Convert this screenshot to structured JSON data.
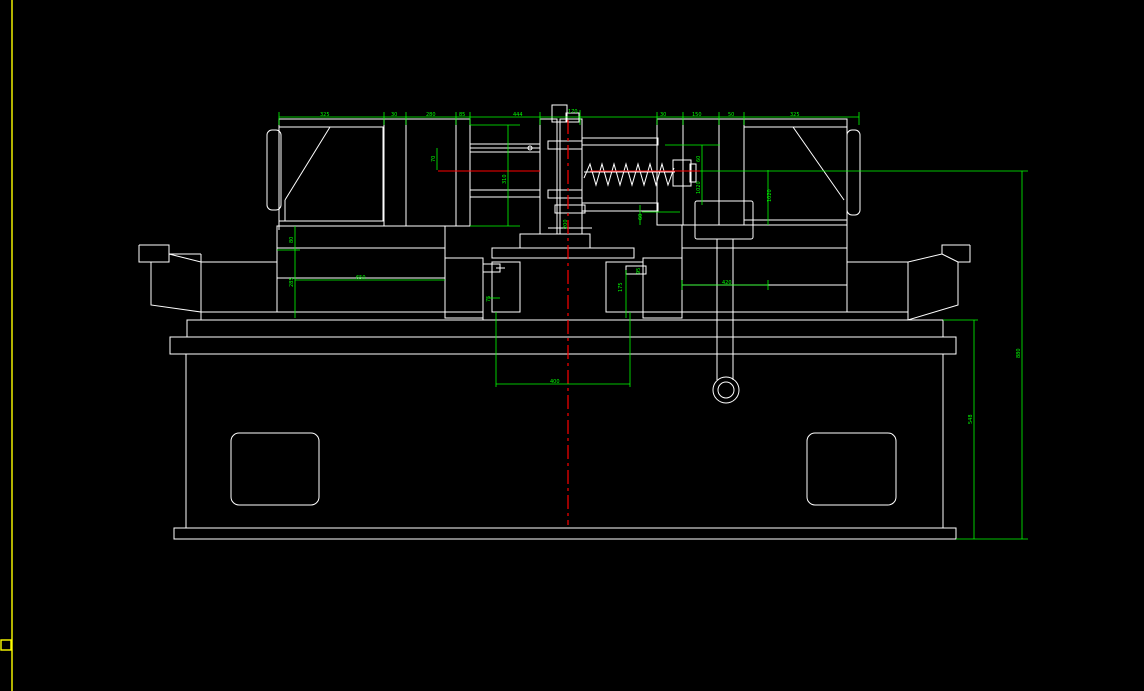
{
  "drawing": {
    "background": "#000000",
    "colors": {
      "outline": "#ffffff",
      "dimension": "#00ff00",
      "centerline": "#ff0000",
      "border": "#ffff00"
    },
    "dimensions": {
      "top_1": "325",
      "top_2": "30",
      "top_3": "280",
      "top_4": "85",
      "top_5": "444",
      "top_6": "170",
      "top_7": "30",
      "top_8": "150",
      "top_9": "50",
      "top_10": "325",
      "v_left_1": "70",
      "v_left_2": "310",
      "v_left_3": "80",
      "v_left_4": "285",
      "h_left_bottom": "650",
      "v_right_1": "60",
      "v_right_2": "1020",
      "v_right_3": "60",
      "center_small": "200",
      "right_small_1": "175",
      "right_small_2": "95",
      "h_right": "420",
      "h_center": "400",
      "left_small": "75",
      "overall_height": "880",
      "base_height": "548"
    }
  }
}
